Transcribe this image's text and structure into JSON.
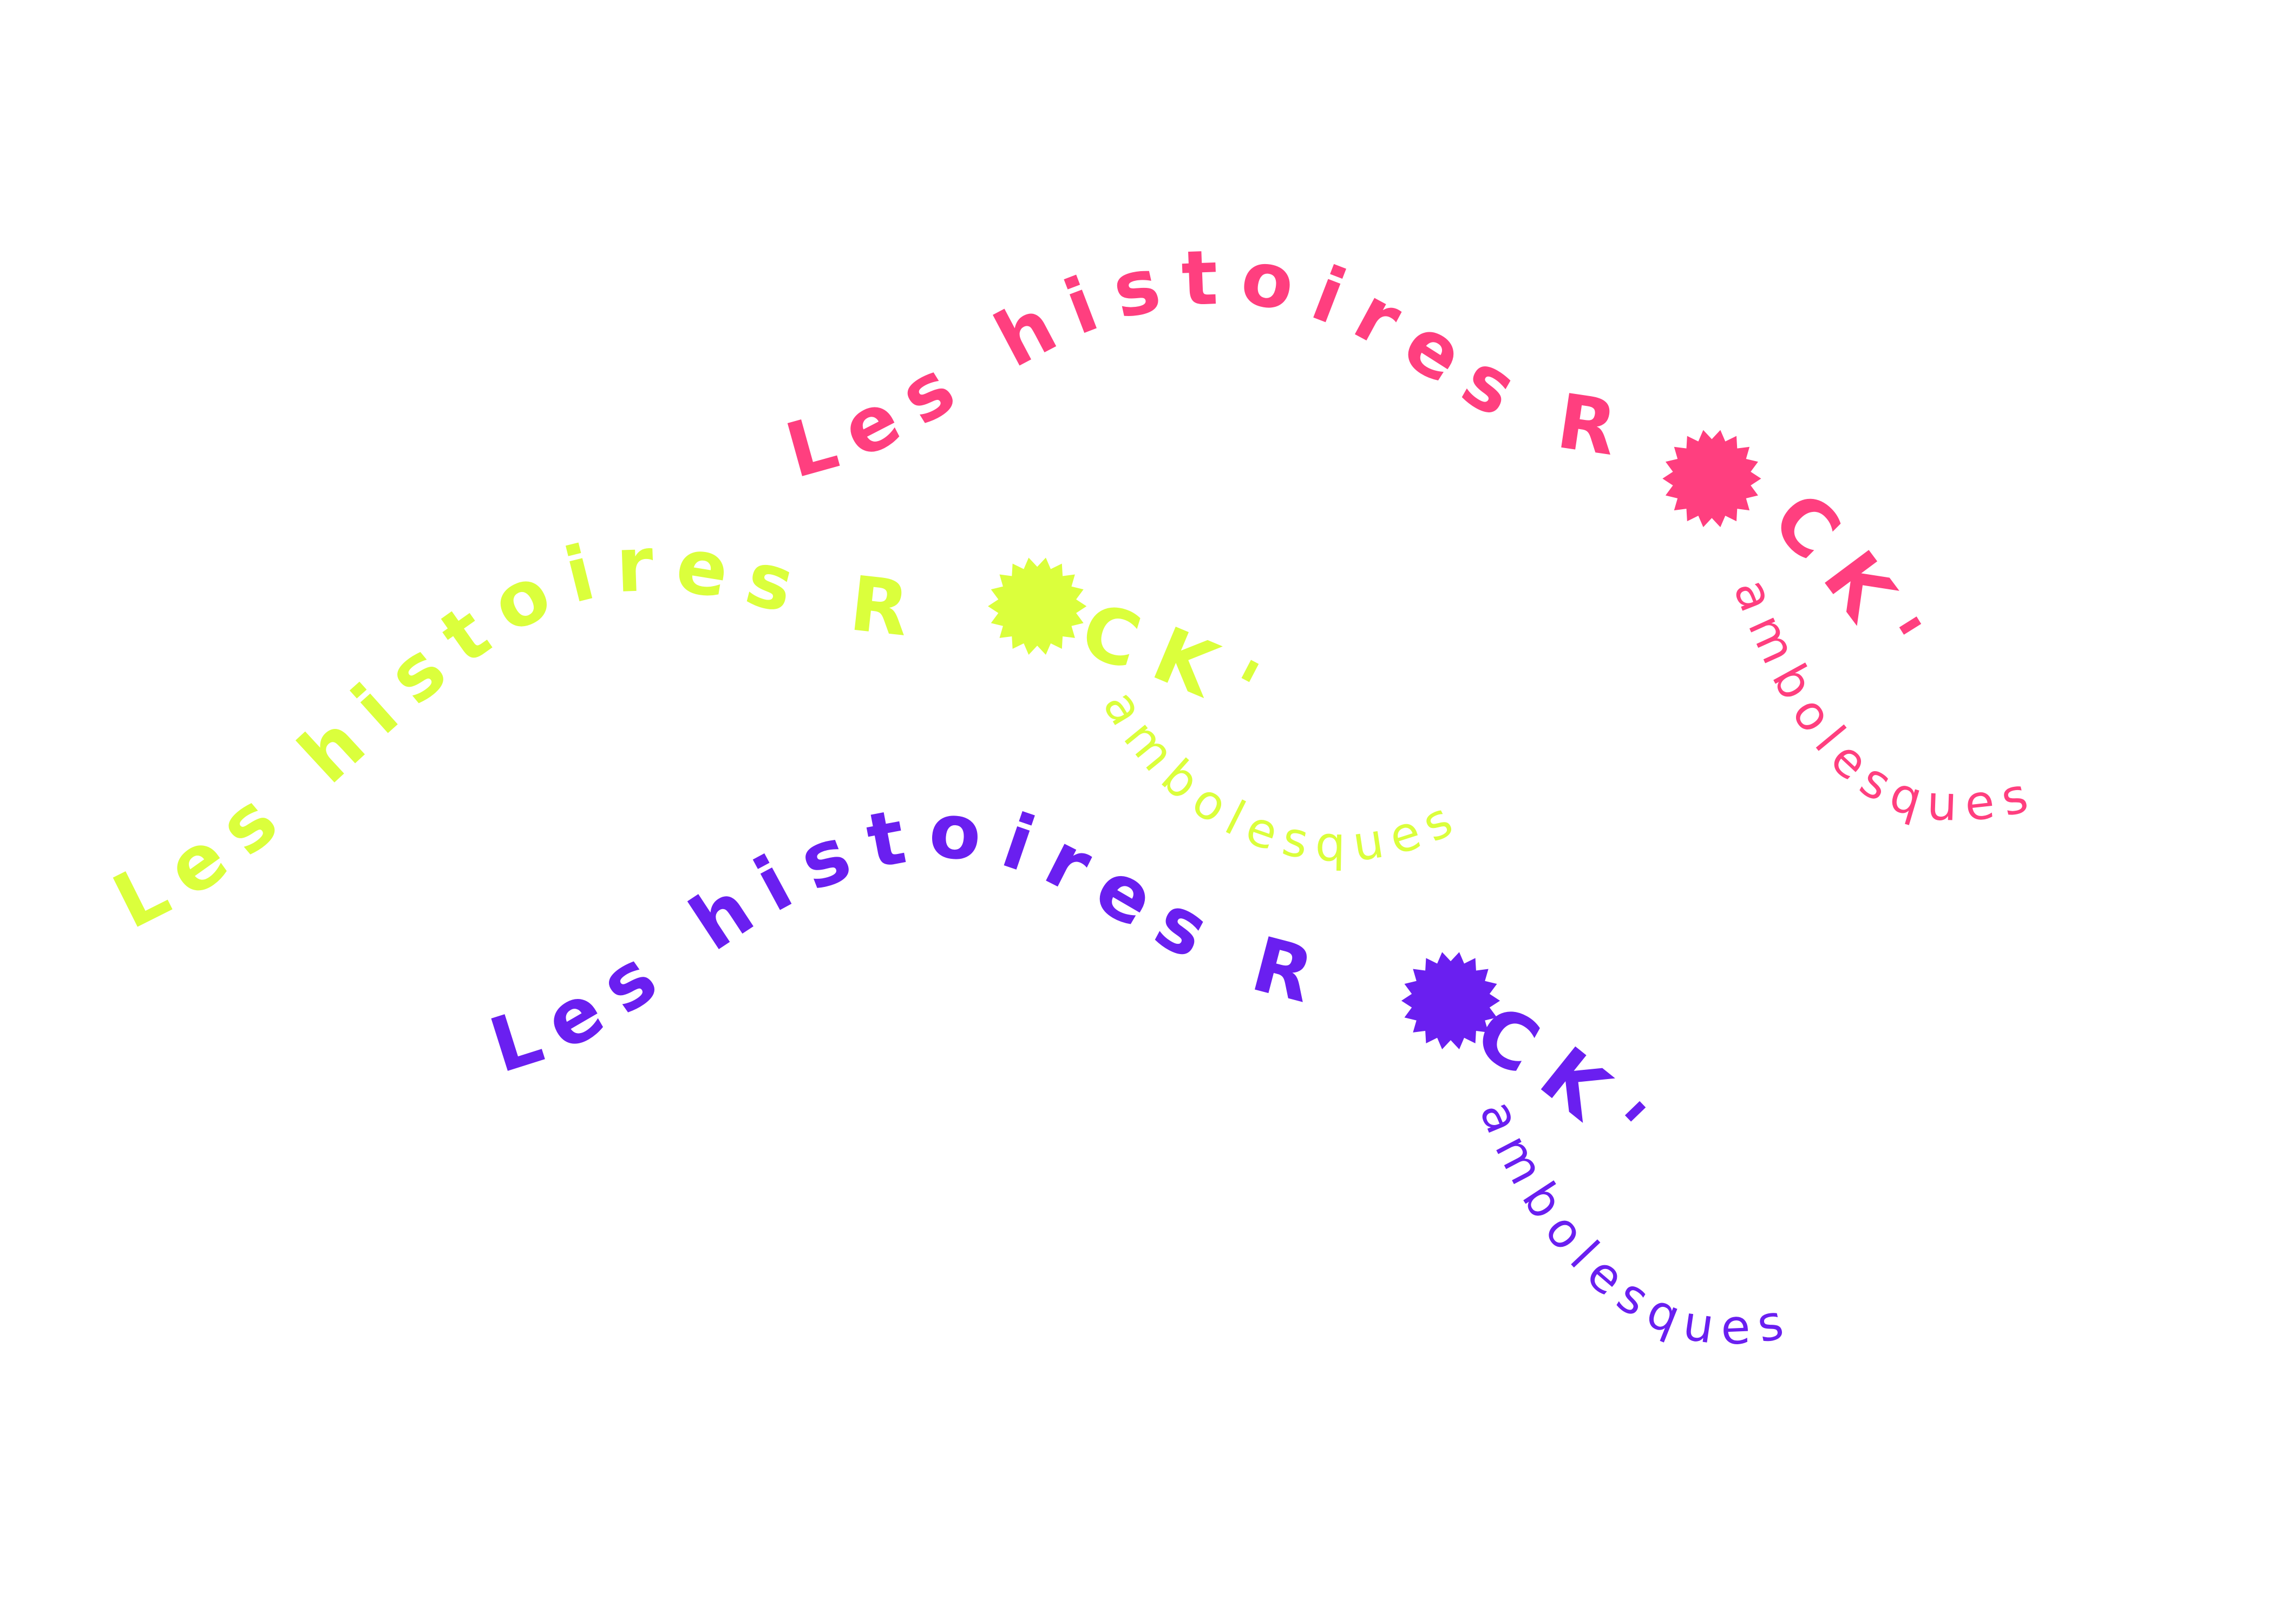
{
  "logos": [
    {
      "name": "pink",
      "color": "#ff3f7f",
      "title_start": "Les histoires R",
      "title_end": "CK'",
      "subtitle": "ambolesques",
      "star_icon": "starburst-o"
    },
    {
      "name": "lime",
      "color": "#dbff3c",
      "title_start": "Les histoires R",
      "title_end": "CK'",
      "subtitle": "ambolesques",
      "star_icon": "starburst-o"
    },
    {
      "name": "purple",
      "color": "#6a1ff0",
      "title_start": "Les histoires R",
      "title_end": "CK'",
      "subtitle": "ambolesques",
      "star_icon": "starburst-o"
    }
  ]
}
